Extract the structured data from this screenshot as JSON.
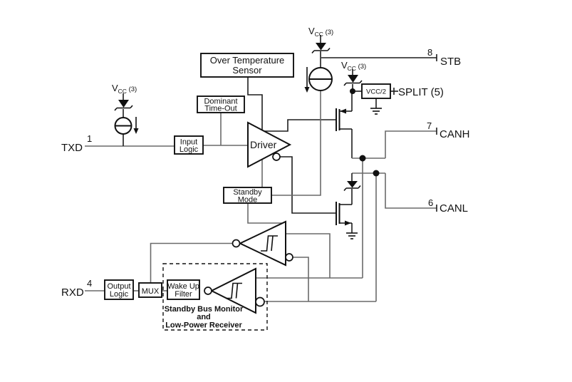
{
  "diagram": {
    "type": "CAN transceiver block diagram",
    "pins": {
      "txd": {
        "name": "TXD",
        "num": "1"
      },
      "rxd": {
        "name": "RXD",
        "num": "4"
      },
      "stb": {
        "name": "STB",
        "num": "8"
      },
      "canh": {
        "name": "CANH",
        "num": "7"
      },
      "canl": {
        "name": "CANL",
        "num": "6"
      },
      "split": {
        "name": "SPLIT (5)"
      }
    },
    "supply": {
      "v": "V",
      "sub": "CC",
      "note": " (3)"
    },
    "blocks": {
      "over_temp_line1": "Over Temperature",
      "over_temp_line2": "Sensor",
      "dominant_line1": "Dominant",
      "dominant_line2": "Time-Out",
      "input_logic_line1": "Input",
      "input_logic_line2": "Logic",
      "driver": "Driver",
      "standby_line1": "Standby",
      "standby_line2": "Mode",
      "output_logic_line1": "Output",
      "output_logic_line2": "Logic",
      "mux": "MUX",
      "wakeup_line1": "Wake Up",
      "wakeup_line2": "Filter",
      "vcc_half": "VCC/2"
    },
    "dashed_region": {
      "line1": "Standby Bus Monitor",
      "line2": "and",
      "line3": "Low-Power Receiver"
    },
    "colors": {
      "wire_gray": "#6a6a6a",
      "ink": "#111111",
      "background": "#ffffff"
    }
  }
}
